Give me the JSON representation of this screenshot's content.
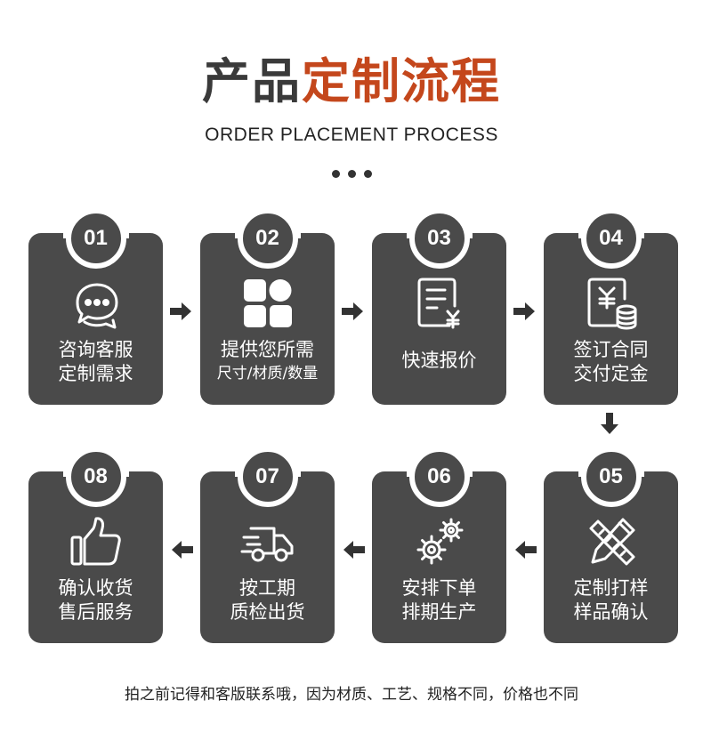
{
  "header": {
    "title_part1": "产品",
    "title_part2": "定制流程",
    "subtitle": "ORDER PLACEMENT PROCESS"
  },
  "colors": {
    "card": "#4a4a4a",
    "accent": "#c4471c",
    "title": "#3a3a3a"
  },
  "steps": [
    {
      "num": "01",
      "icon": "chat-bubbles-icon",
      "line1": "咨询客服",
      "line2": "定制需求"
    },
    {
      "num": "02",
      "icon": "product-grid-icon",
      "line1": "提供您所需",
      "line2": "尺寸/材质/数量"
    },
    {
      "num": "03",
      "icon": "quote-document-icon",
      "line1": "快速报价",
      "line2": ""
    },
    {
      "num": "04",
      "icon": "contract-coin-icon",
      "line1": "签订合同",
      "line2": "交付定金"
    },
    {
      "num": "05",
      "icon": "pencil-ruler-icon",
      "line1": "定制打样",
      "line2": "样品确认"
    },
    {
      "num": "06",
      "icon": "gears-icon",
      "line1": "安排下单",
      "line2": "排期生产"
    },
    {
      "num": "07",
      "icon": "delivery-truck-icon",
      "line1": "按工期",
      "line2": "质检出货"
    },
    {
      "num": "08",
      "icon": "thumbs-up-icon",
      "line1": "确认收货",
      "line2": "售后服务"
    }
  ],
  "footer": {
    "note": "拍之前记得和客版联系哦，因为材质、工艺、规格不同，价格也不同"
  }
}
